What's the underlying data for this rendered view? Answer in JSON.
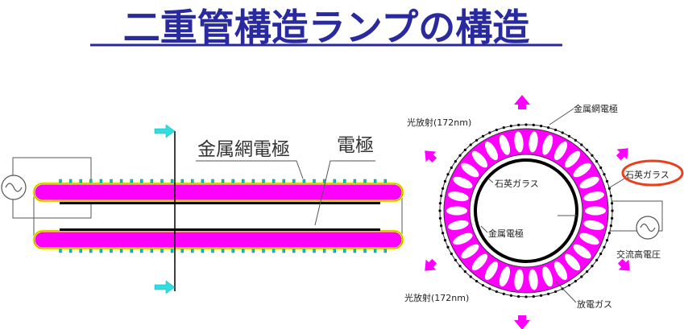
{
  "title": "二重管構造ランプの構造",
  "side_view": {
    "label_mesh_electrode": "金属網電極",
    "label_electrode": "電極"
  },
  "cross_section": {
    "label_mesh_electrode": "金属網電極",
    "label_light_top": "光放射(172nm)",
    "label_light_bottom": "光放射(172nm)",
    "label_inner_glass": "石英ガラス",
    "label_outer_glass": "石英ガラス",
    "label_metal_electrode": "金属電極",
    "label_ac_voltage": "交流高電圧",
    "label_discharge_gas": "放電ガス"
  },
  "colors": {
    "title": "#2a2aa0",
    "gas": "#ff00ff",
    "glass_edge": "#ffff00",
    "mesh_dots": "#00c8c8",
    "arrow_cyan": "#33dddd",
    "arrow_magenta": "#ff00ff",
    "highlight": "#e8401c"
  }
}
